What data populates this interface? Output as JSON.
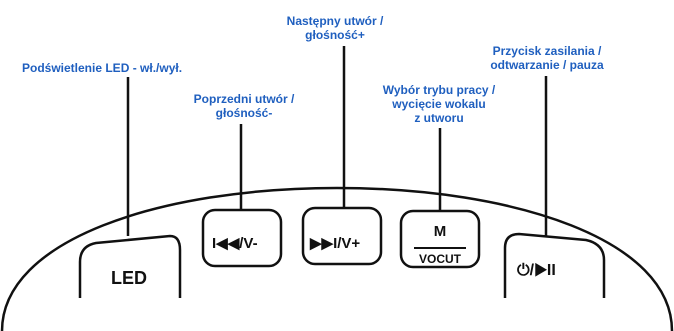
{
  "labels": {
    "led": "Podświetlenie LED - wł./wył.",
    "prev_l1": "Poprzedni utwór /",
    "prev_l2": "głośność-",
    "next_l1": "Następny utwór /",
    "next_l2": "głośność+",
    "mode_l1": "Wybór trybu pracy /",
    "mode_l2": "wycięcie wokalu",
    "mode_l3": "z utworu",
    "power_l1": "Przycisk zasilania /",
    "power_l2": "odtwarzanie / pauza"
  },
  "buttons": {
    "led": "LED",
    "prev": "I◀◀/V-",
    "next": "▶▶I/V+",
    "mode_top": "M",
    "mode_bottom": "VOCUT",
    "power": "⏻/▶II"
  },
  "colors": {
    "label": "#1f5fbf",
    "outline": "#111111",
    "background": "#ffffff"
  }
}
